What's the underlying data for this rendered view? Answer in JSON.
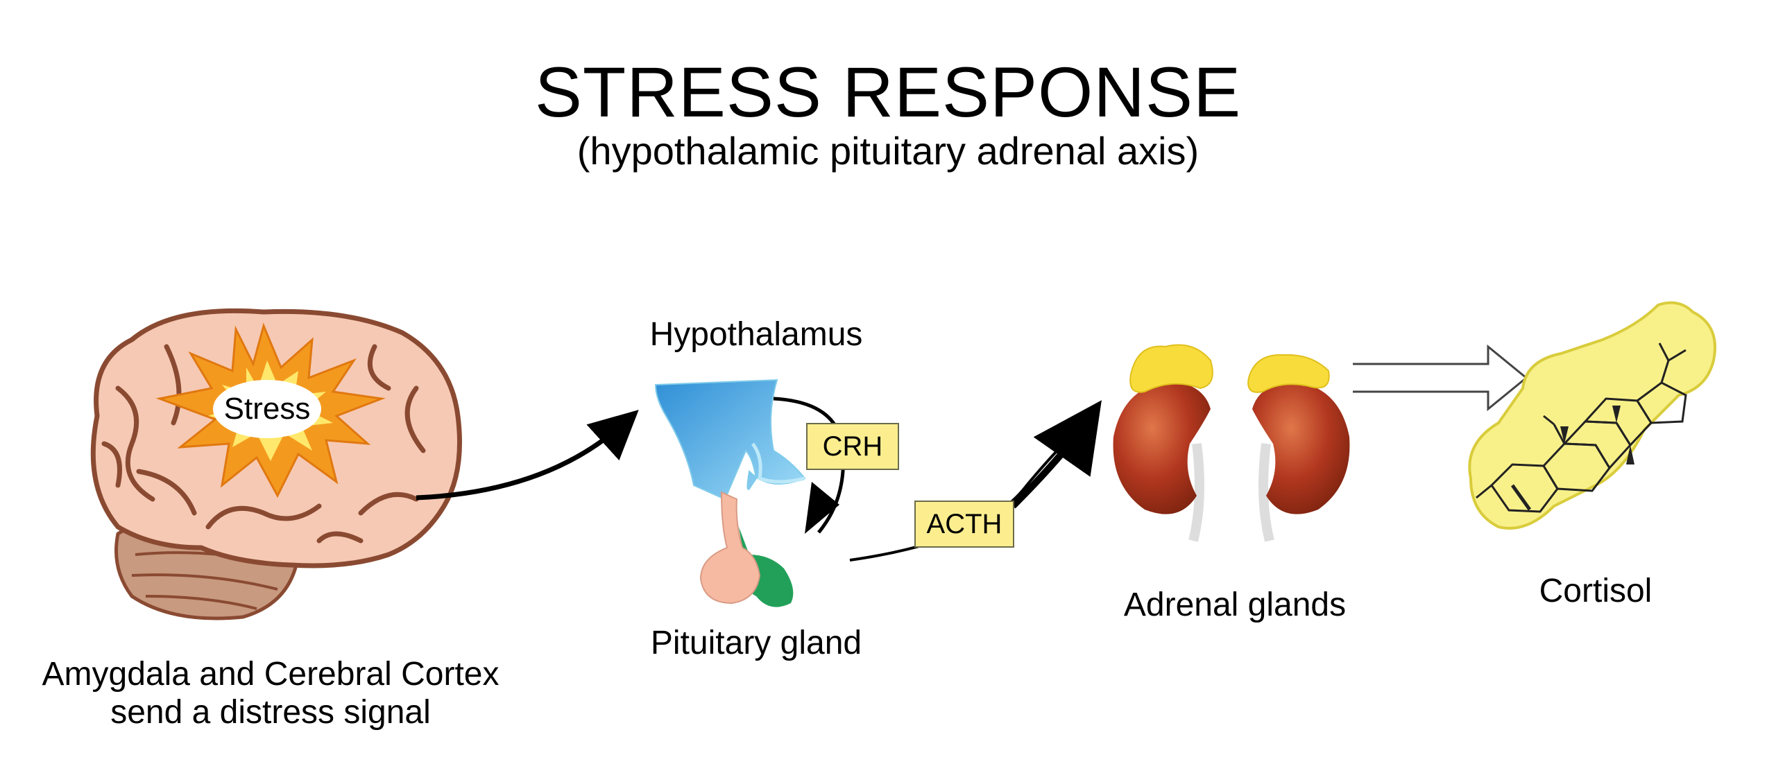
{
  "title": "STRESS RESPONSE",
  "subtitle": "(hypothalamic pituitary adrenal axis)",
  "stages": {
    "brain": {
      "burst_text": "Stress",
      "caption_line1": "Amygdala and Cerebral Cortex",
      "caption_line2": "send a distress signal"
    },
    "hypothalamus": {
      "label": "Hypothalamus"
    },
    "pituitary": {
      "label": "Pituitary gland"
    },
    "adrenal": {
      "label": "Adrenal glands"
    },
    "cortisol": {
      "label": "Cortisol"
    }
  },
  "hormones": {
    "crh": "CRH",
    "acth": "ACTH"
  },
  "colors": {
    "brain_fill": "#f6c9b4",
    "brain_outline": "#8a4a32",
    "burst_outer": "#f39a1e",
    "burst_inner": "#ffe86b",
    "hypothalamus_blue": "#4fb8ee",
    "pituitary_green": "#22a05a",
    "pituitary_pink": "#f6b9a2",
    "kidney_red": "#b2371f",
    "adrenal_yellow": "#f7dc3c",
    "cortisol_fill": "#f8f18a",
    "tag_fill": "#fcee8f"
  }
}
